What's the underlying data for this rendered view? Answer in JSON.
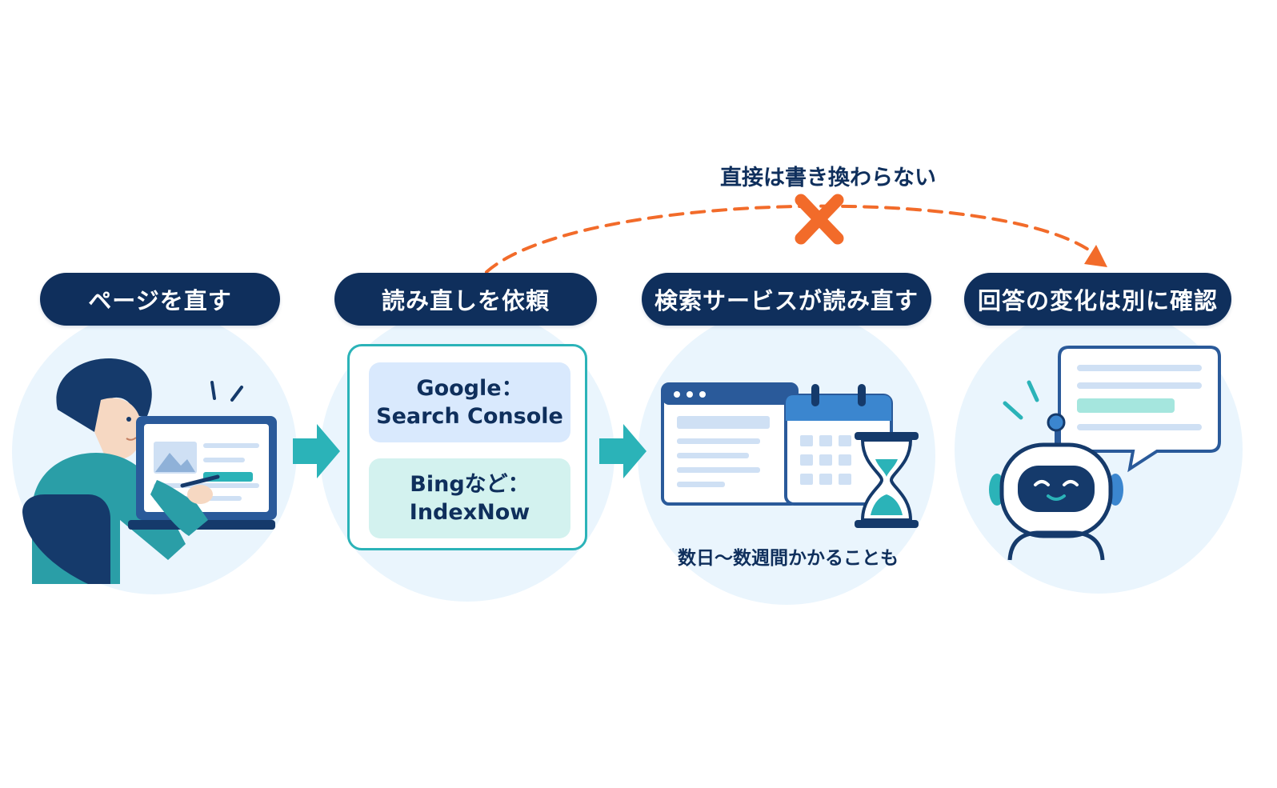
{
  "steps": [
    {
      "id": "fix-page",
      "label": "ページを直す"
    },
    {
      "id": "request-recrawl",
      "label": "読み直しを依頼"
    },
    {
      "id": "search-recrawl",
      "label": "検索サービスが読み直す"
    },
    {
      "id": "check-answer",
      "label": "回答の変化は別に確認"
    }
  ],
  "services": [
    {
      "line1": "Google：",
      "line2": "Search Console"
    },
    {
      "line1": "Bingなど：",
      "line2": "IndexNow"
    }
  ],
  "time_note": "数日〜数週間かかることも",
  "direct_note": "直接は書き換わらない",
  "colors": {
    "navy": "#0f2f5c",
    "teal": "#2bb3b8",
    "orange": "#f26b2a",
    "circle": "#eaf5fd",
    "light_blue": "#d9e9fd",
    "mint": "#d3f2ef"
  },
  "icons": {
    "flow_arrow": "right-arrow-icon",
    "cross": "cross-icon",
    "hourglass": "hourglass-icon",
    "calendar": "calendar-icon",
    "browser": "browser-window-icon",
    "robot": "robot-icon",
    "laptop": "laptop-icon",
    "chat": "speech-bubble-icon"
  }
}
